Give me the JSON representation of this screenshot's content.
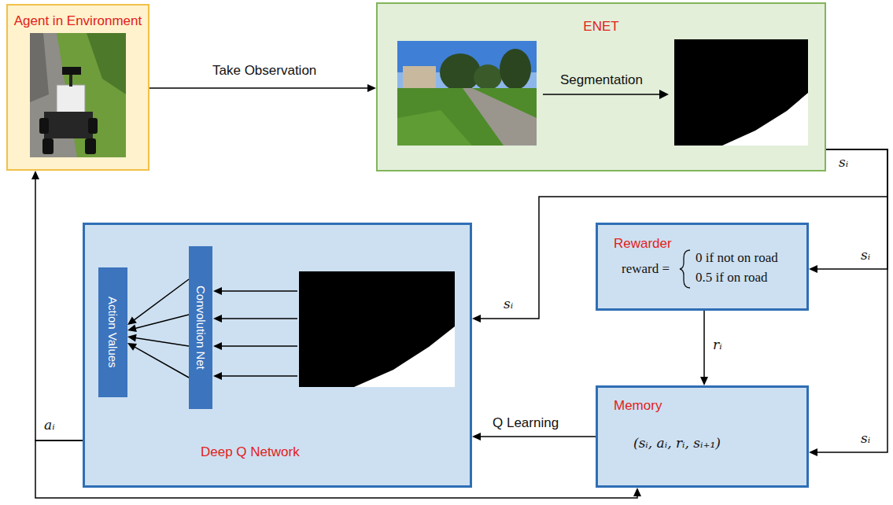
{
  "diagram": {
    "nodes": [
      {
        "text": [
          "Agent in Environment"
        ]
      },
      {
        "text": [
          "ENET"
        ]
      },
      {
        "text": [
          "Deep Q Network"
        ]
      },
      {
        "text": [
          "Action Values"
        ],
        "in": 2
      },
      {
        "text": [
          "Convolution Net"
        ],
        "in": 2
      },
      {
        "text": [
          "Rewarder",
          "reward =",
          "0 if not on road",
          "0.5 if on road"
        ]
      },
      {
        "text": [
          "Memory",
          "(sᵢ, aᵢ, rᵢ, sᵢ₊₁)"
        ]
      }
    ],
    "edges": [
      {
        "from": 0,
        "to": 1,
        "label": "Take Observation",
        "arrow": "to"
      },
      {
        "from": 1,
        "to": 2,
        "label": "sᵢ",
        "arrow": "to"
      },
      {
        "from": 1,
        "to": 5,
        "label": "sᵢ",
        "arrow": "to"
      },
      {
        "from": 1,
        "to": 6,
        "label": "sᵢ",
        "arrow": "to"
      },
      {
        "from": 5,
        "to": 6,
        "label": "rᵢ",
        "arrow": "to"
      },
      {
        "from": 6,
        "to": 2,
        "label": "Q Learning",
        "arrow": "to"
      },
      {
        "from": 2,
        "to": 0,
        "label": "aᵢ",
        "arrow": "to"
      },
      {
        "from": 2,
        "to": 6,
        "arrow": "to"
      },
      {
        "from": 4,
        "to": 3,
        "arrow": "to"
      },
      {
        "from": 4,
        "to": 3,
        "arrow": "to"
      },
      {
        "from": 4,
        "to": 3,
        "arrow": "to"
      },
      {
        "from": 4,
        "to": 3,
        "arrow": "to"
      }
    ],
    "labels": [
      "Segmentation",
      "sᵢ"
    ]
  }
}
